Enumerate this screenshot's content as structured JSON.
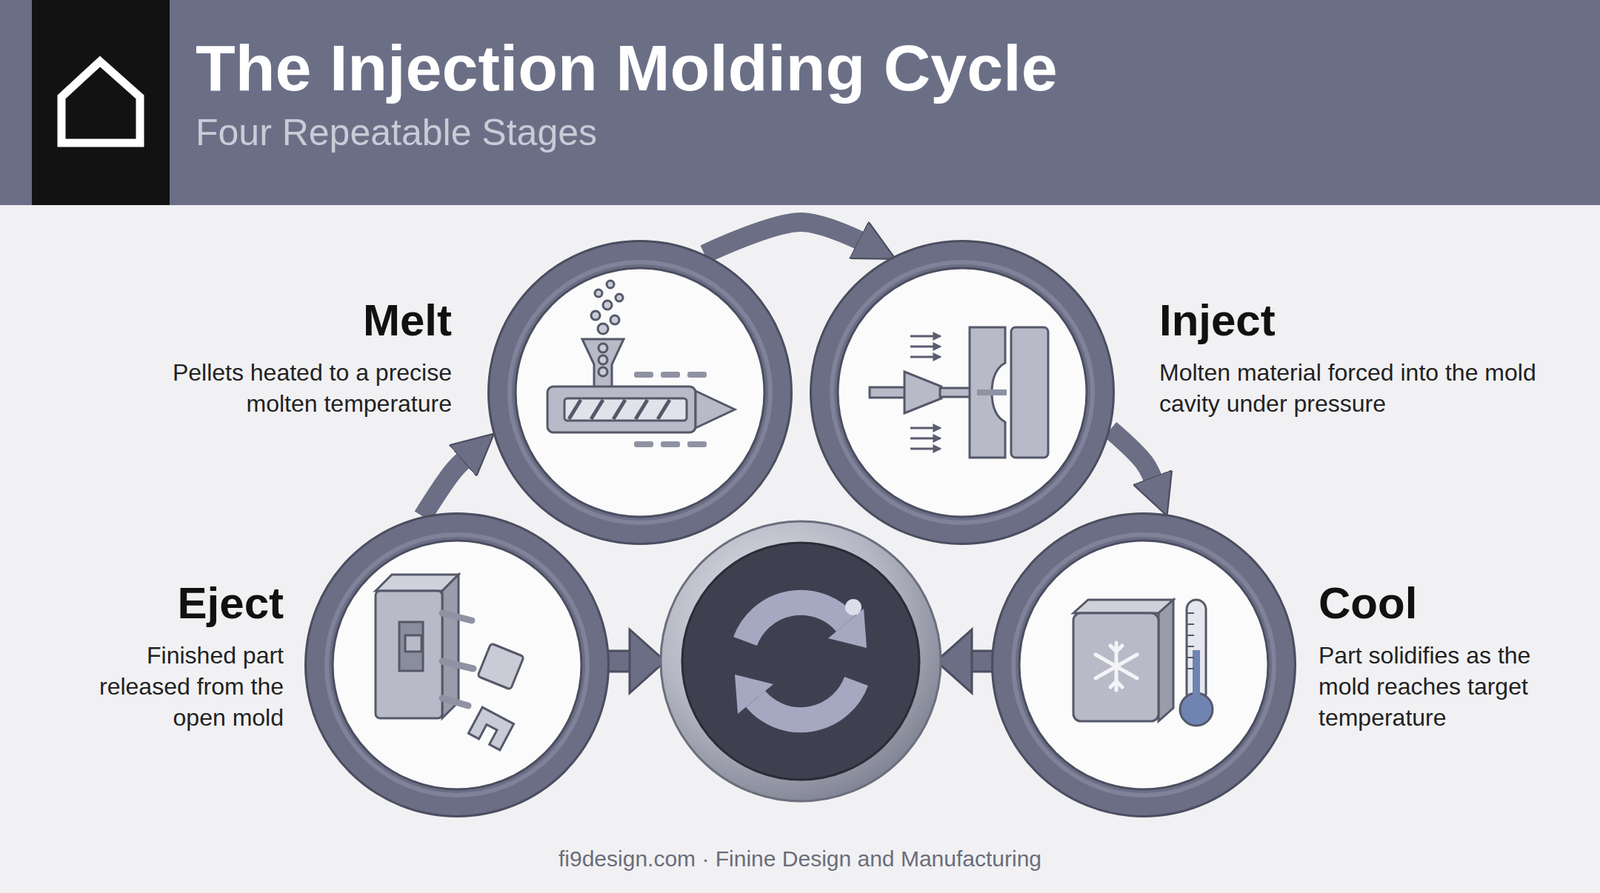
{
  "diagram": {
    "title": "The Injection Molding Cycle",
    "caption": "fi9design.com · Finine Design and Manufacturing",
    "nodes": [
      {
        "text": [
          "Melt",
          "Pellets heated to a precise molten temperature"
        ]
      },
      {
        "text": [
          "Inject",
          "Molten material forced into the mold cavity under pressure"
        ]
      },
      {
        "text": [
          "Eject",
          "Finished part released from the open mold"
        ]
      },
      {
        "text": [
          "Cool",
          "Part solidifies as the mold reaches target temperature"
        ]
      }
    ],
    "edges": [
      {
        "from": 0,
        "to": 1,
        "arrow": "to"
      },
      {
        "from": 1,
        "to": 3,
        "arrow": "to"
      },
      {
        "from": 2,
        "to": 0,
        "arrow": "to"
      }
    ],
    "labels": [
      "Four Repeatable Stages"
    ]
  }
}
